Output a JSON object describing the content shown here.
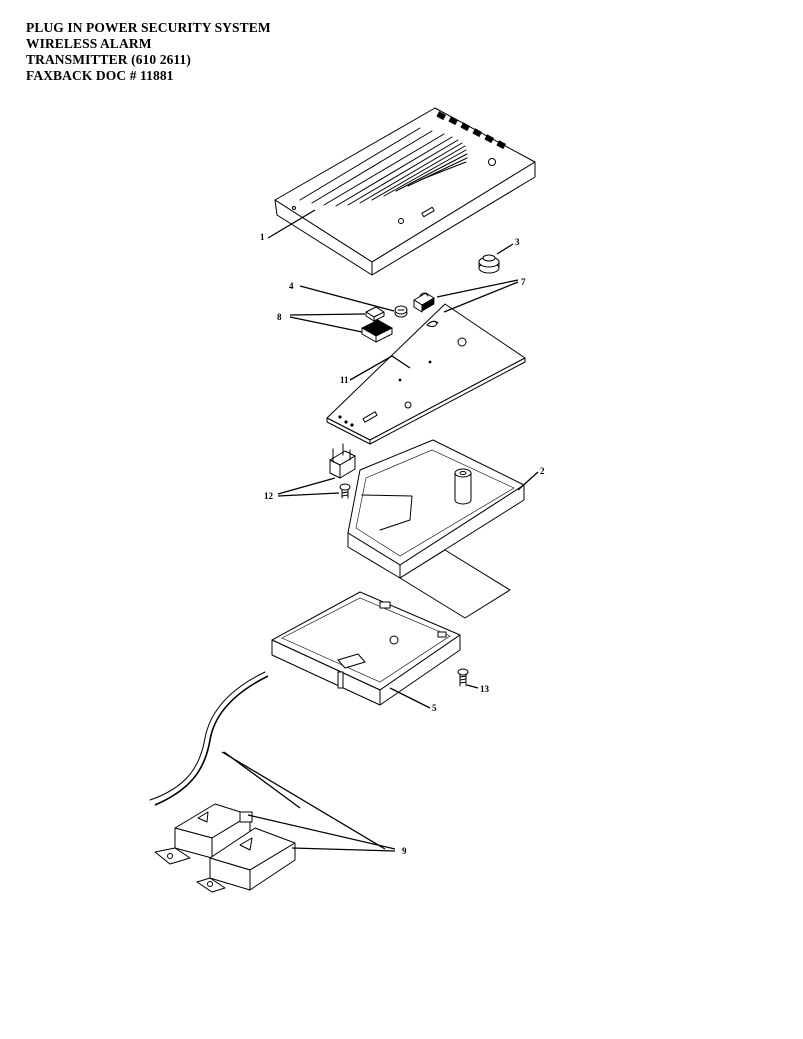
{
  "header": {
    "line1": "PLUG IN POWER SECURITY SYSTEM",
    "line2": "WIRELESS ALARM",
    "line3": "TRANSMITTER  (610 2611)",
    "line4": "FAXBACK DOC # 11881"
  },
  "callouts": {
    "top_cover": "1",
    "base_housing": "2",
    "button_cap": "3",
    "screw_small": "4",
    "bottom_cover": "5",
    "contact_clips": "7",
    "switch_pads": "8",
    "magnetic_switches": "9",
    "circuit_board": "11",
    "battery_clip": "12",
    "screw": "13"
  }
}
